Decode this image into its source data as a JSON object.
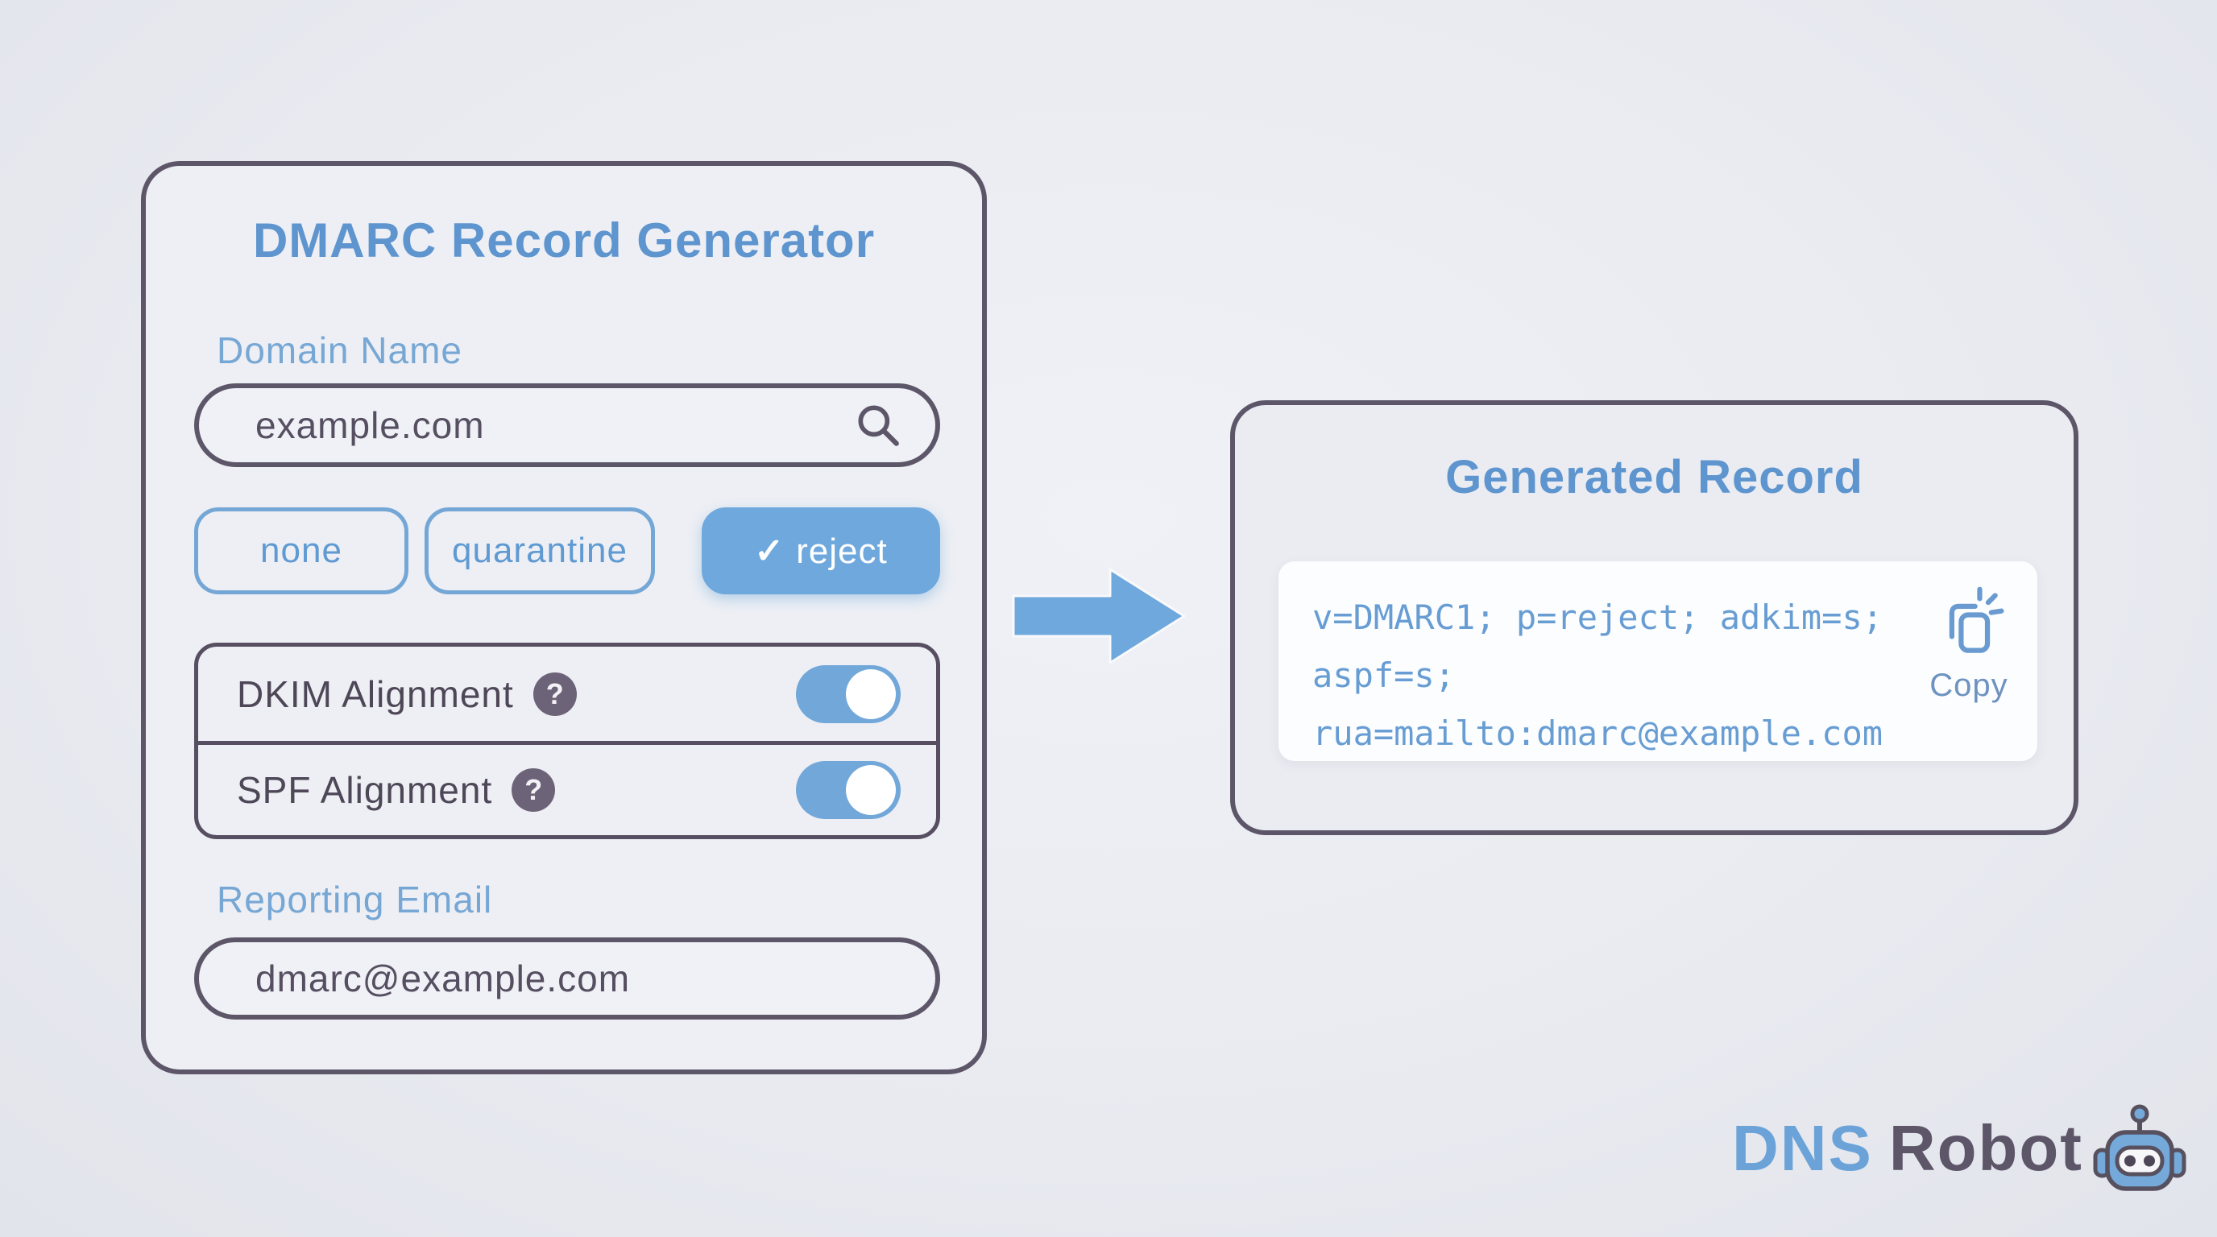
{
  "generator_card": {
    "title": "DMARC Record Generator",
    "domain": {
      "label": "Domain Name",
      "value": "example.com",
      "icon": "search-icon"
    },
    "policy_options": [
      {
        "label": "none",
        "selected": false
      },
      {
        "label": "quarantine",
        "selected": false
      },
      {
        "label": "reject",
        "selected": true,
        "check": "✓"
      }
    ],
    "toggles": [
      {
        "label": "DKIM Alignment",
        "help": "?",
        "state": "on"
      },
      {
        "label": "SPF Alignment",
        "help": "?",
        "state": "on"
      }
    ],
    "email": {
      "label": "Reporting Email",
      "value": "dmarc@example.com"
    }
  },
  "output_card": {
    "title": "Generated Record",
    "record_lines": [
      "v=DMARC1; p=reject; adkim=s;",
      "aspf=s;",
      "rua=mailto:dmarc@example.com"
    ],
    "copy_label": "Copy",
    "copy_icon": "copy-icon"
  },
  "flow": {
    "arrow_icon": "arrow-right-icon"
  },
  "logo": {
    "brand_primary": "DNS",
    "brand_secondary": "Robot",
    "icon": "robot-icon"
  },
  "colors": {
    "page_bg": "#e8eaf0",
    "card_bg": "#edeff4",
    "border_dark": "#5d5669",
    "accent_blue": "#6fa8dc",
    "heading_blue": "#5e95cf",
    "label_blue": "#77a7d4",
    "text_dark": "#564f61",
    "code_blue": "#679dd3",
    "code_bg": "#fcfdff",
    "help_badge_bg": "#6d6378",
    "toggle_on": "#72a7d9"
  }
}
